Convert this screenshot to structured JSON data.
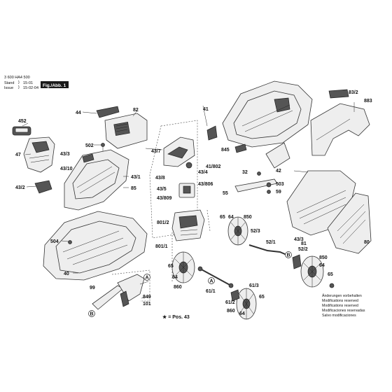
{
  "header": {
    "doc_number": "3 600 HA4 500",
    "stand_label": "Stand",
    "stand_value": "15-01",
    "issue_label": "Issue",
    "issue_value": "15-02-04",
    "figure_label": "Fig./Abb. 1"
  },
  "footer": {
    "pos_note": "★ = Pos. 43",
    "notice_lines": [
      "Änderungen vorbehalten",
      "Modifications reserved",
      "Modifications reserved",
      "Modificaciones reservadas",
      "Salvo modificaciones"
    ]
  },
  "labels": {
    "l452": "452",
    "l47": "47",
    "l43_2a": "43/2",
    "l43_3a": "43/3",
    "l43_10": "43/10",
    "l44": "44",
    "l82": "82",
    "l502": "502",
    "l43_1": "43/1",
    "l85": "85",
    "l504": "504",
    "l40": "40",
    "l99": "99",
    "l849": "849",
    "l101": "101",
    "l43_7": "43/7",
    "l43_8": "43/8",
    "l43_4": "43/4",
    "l43_806": "43/806",
    "l43_5": "43/5",
    "l43_809": "43/809",
    "l801_2": "801/2",
    "l801_1": "801/1",
    "l41": "41",
    "l41_802": "41/802",
    "l845": "845",
    "l42": "42",
    "l32": "32",
    "l55": "55",
    "l503": "503",
    "l59": "59",
    "l83_2": "83/2",
    "l883": "883",
    "l81": "81",
    "l80": "80",
    "l65a": "65",
    "l64a": "64",
    "l850a": "850",
    "l52_3": "52/3",
    "l52_1": "52/1",
    "l43_3b": "43/3",
    "l52_2": "52/2",
    "l65b": "65",
    "l64b": "64",
    "l860a": "860",
    "l61_1": "61/1",
    "l61_2": "61/2",
    "l61_3": "61/3",
    "l65c": "65",
    "l860b": "860",
    "l64c": "64",
    "l850b": "850",
    "l64d": "64",
    "l65d": "65",
    "circA1": "A",
    "circB1": "B",
    "circA2": "A",
    "circB2": "B"
  }
}
